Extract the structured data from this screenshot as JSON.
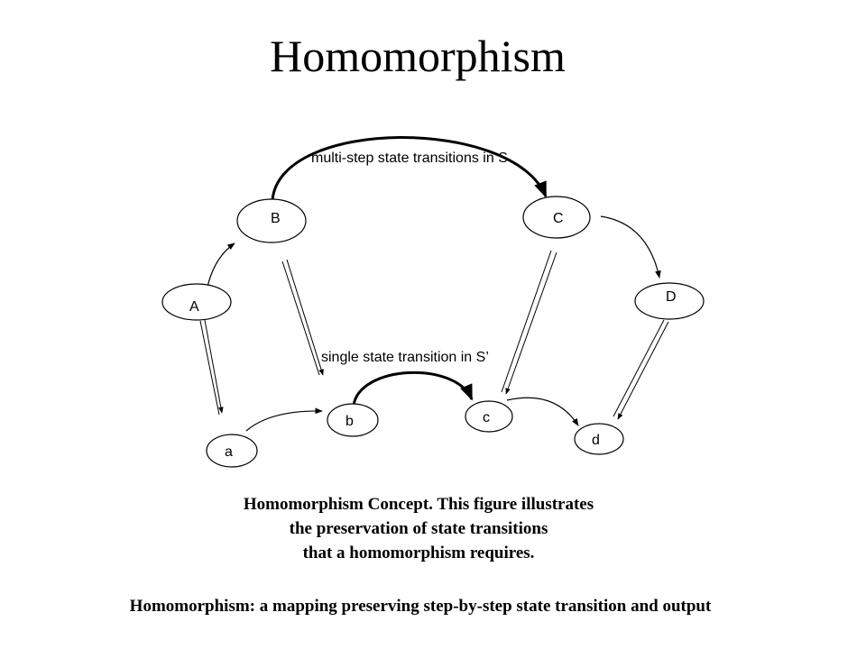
{
  "title": "Homomorphism",
  "nodes": {
    "A": "A",
    "B": "B",
    "C": "C",
    "D": "D",
    "a": "a",
    "b": "b",
    "c": "c",
    "d": "d"
  },
  "edge_labels": {
    "multi_step": "multi-step state transitions in S",
    "single_step": "single state transition in S’"
  },
  "caption": {
    "line1": "Homomorphism Concept. This figure illustrates",
    "line2": "the  preservation of state transitions",
    "line3": "that a homomorphism requires."
  },
  "footer": "Homomorphism: a mapping preserving step-by-step state transition and output"
}
